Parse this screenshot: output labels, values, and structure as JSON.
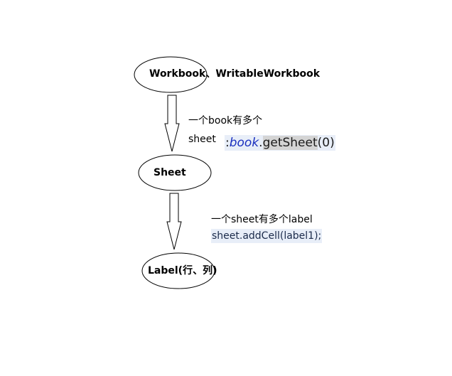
{
  "nodes": {
    "workbook": {
      "label": "Workbook、WritableWorkbook"
    },
    "sheet": {
      "label": "Sheet"
    },
    "label": {
      "label": "Label(行、列)"
    }
  },
  "notes": {
    "book_sheets_line1": "一个book有多个",
    "book_sheets_line2": "sheet",
    "sheet_labels_line1": "一个sheet有多个label"
  },
  "code": {
    "get_sheet": {
      "colon": ":",
      "object": "book",
      "dot": ".",
      "method": "getSheet",
      "args": "(0)"
    },
    "add_cell": "sheet.addCell(label1);"
  },
  "colors": {
    "stroke": "#000000",
    "code_background": "#e8eef8",
    "code_highlight": "#d4d4d4",
    "code_keyword": "#1a2fbf"
  }
}
